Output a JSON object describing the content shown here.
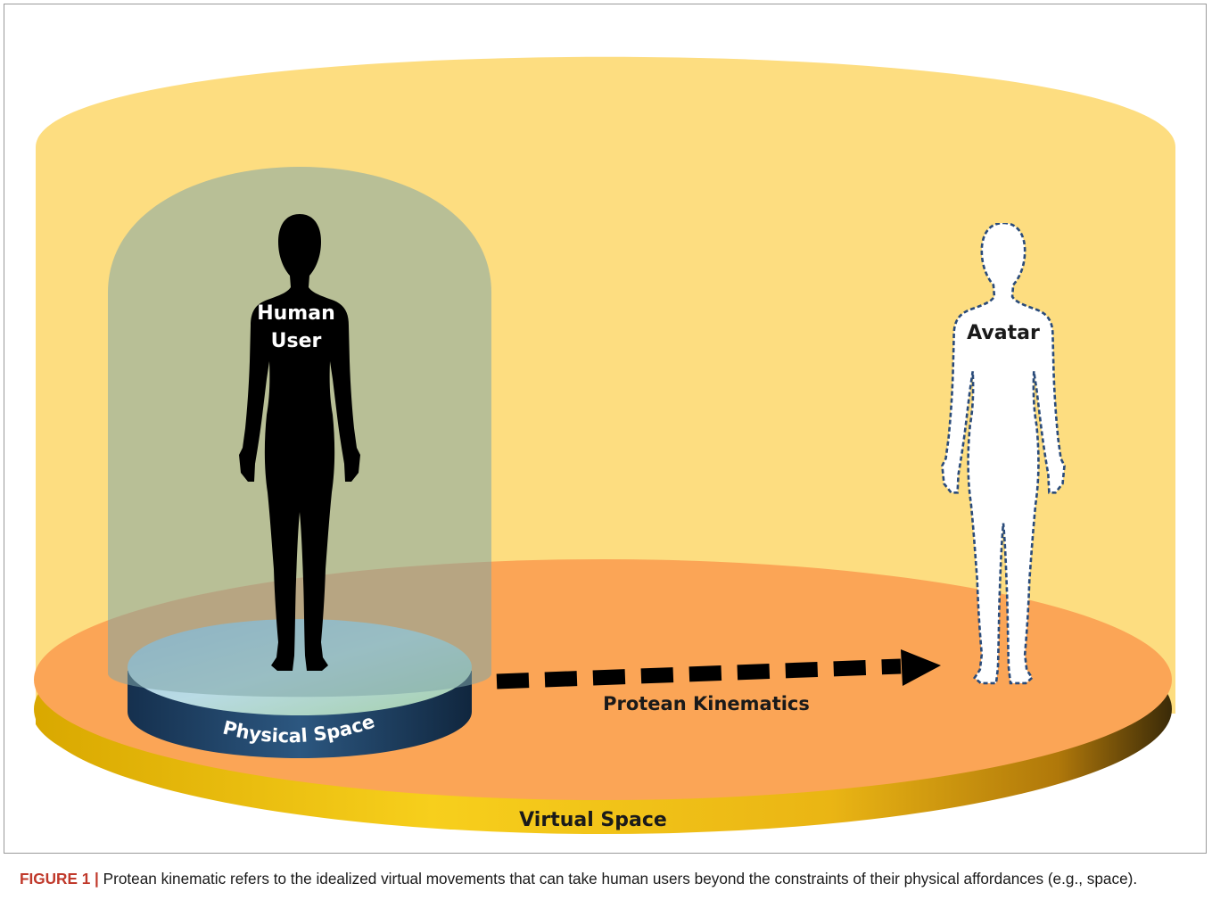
{
  "diagram": {
    "labels": {
      "human_user_line1": "Human",
      "human_user_line2": "User",
      "avatar": "Avatar",
      "physical_space": "Physical Space",
      "protean_kinematics": "Protean Kinematics",
      "virtual_space": "Virtual Space"
    },
    "colors": {
      "virtual_space_wall": "#fddd80",
      "virtual_space_floor": "#fba556",
      "virtual_space_rim": "#f2c21a",
      "physical_space_cylinder": "#a0b9a8",
      "physical_space_disc_top": "#b8d9e8",
      "physical_space_disc_rim": "#1d3d5c",
      "human_silhouette": "#000000",
      "avatar_fill": "#ffffff",
      "avatar_outline": "#2a4b7a",
      "arrow": "#000000"
    },
    "icons": {
      "human": "human-silhouette-icon",
      "avatar": "avatar-outline-icon",
      "arrow": "dashed-arrow-icon"
    }
  },
  "caption": {
    "label": "FIGURE 1 |",
    "text": "Protean kinematic refers to the idealized virtual movements that can take human users beyond the constraints of their physical affordances (e.g., space)."
  }
}
